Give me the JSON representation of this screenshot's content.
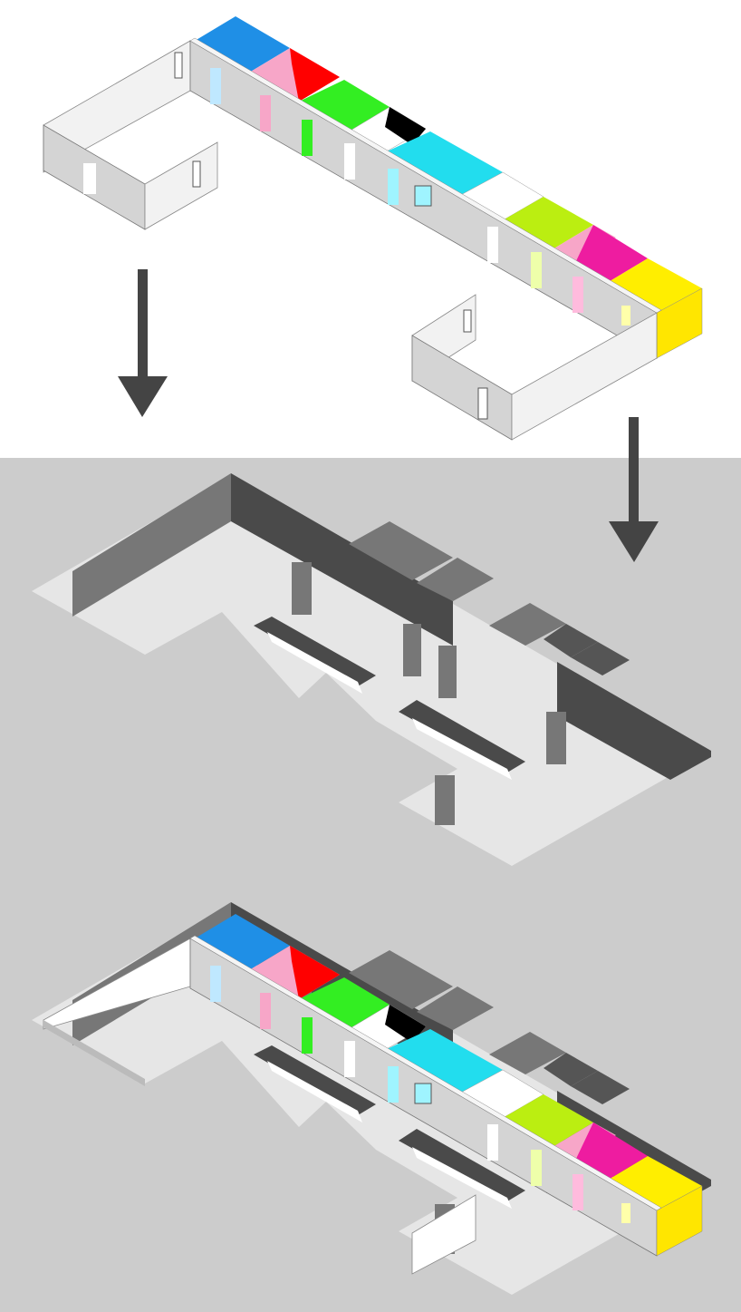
{
  "diagram": {
    "sections": [
      "exploded-modules",
      "base-structure",
      "assembled-plan"
    ],
    "arrows": [
      "arrow-down-left",
      "arrow-down-right"
    ],
    "colors": {
      "top_background": "#ffffff",
      "bottom_background": "#cccccc",
      "arrow": "#444444",
      "wall_light": "#f2f2f2",
      "wall_mid": "#d4d4d4",
      "wall_dark": "#4a4a4a",
      "wall_gray": "#777777",
      "floor": "#e6e6e6",
      "room_blue": "#1f8fe6",
      "room_pink": "#f7a6c8",
      "room_red": "#ff0000",
      "room_green": "#33ee22",
      "room_black": "#000000",
      "room_cyan": "#22ddee",
      "room_lime": "#bbee11",
      "room_magenta": "#ee1ca0",
      "room_yellow": "#ffee00"
    }
  }
}
